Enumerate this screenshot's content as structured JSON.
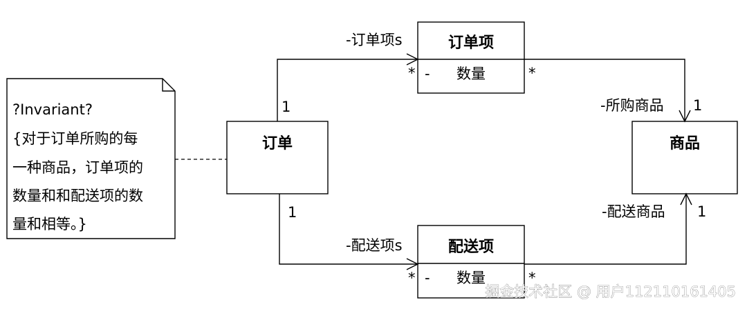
{
  "note": {
    "lines": [
      "?Invariant?",
      "{对于订单所购的每",
      "一种商品，订单项的",
      "数量和和配送项的数",
      "量和相等。}"
    ]
  },
  "classes": {
    "order": {
      "name": "订单"
    },
    "order_item": {
      "name": "订单项",
      "attr_visibility": "-",
      "attr_name": "数量"
    },
    "delivery_item": {
      "name": "配送项",
      "attr_visibility": "-",
      "attr_name": "数量"
    },
    "product": {
      "name": "商品"
    }
  },
  "associations": {
    "order_to_order_item": {
      "role": "-订单项s",
      "source_mult": "1",
      "target_mult": "*"
    },
    "order_to_delivery_item": {
      "role": "-配送项s",
      "source_mult": "1",
      "target_mult": "*"
    },
    "order_item_to_product": {
      "role": "-所购商品",
      "source_mult": "*",
      "target_mult": "1"
    },
    "delivery_item_to_product": {
      "role": "-配送商品",
      "source_mult": "*",
      "target_mult": "1"
    }
  },
  "watermark": "掘金技术社区 @ 用户112110161405"
}
